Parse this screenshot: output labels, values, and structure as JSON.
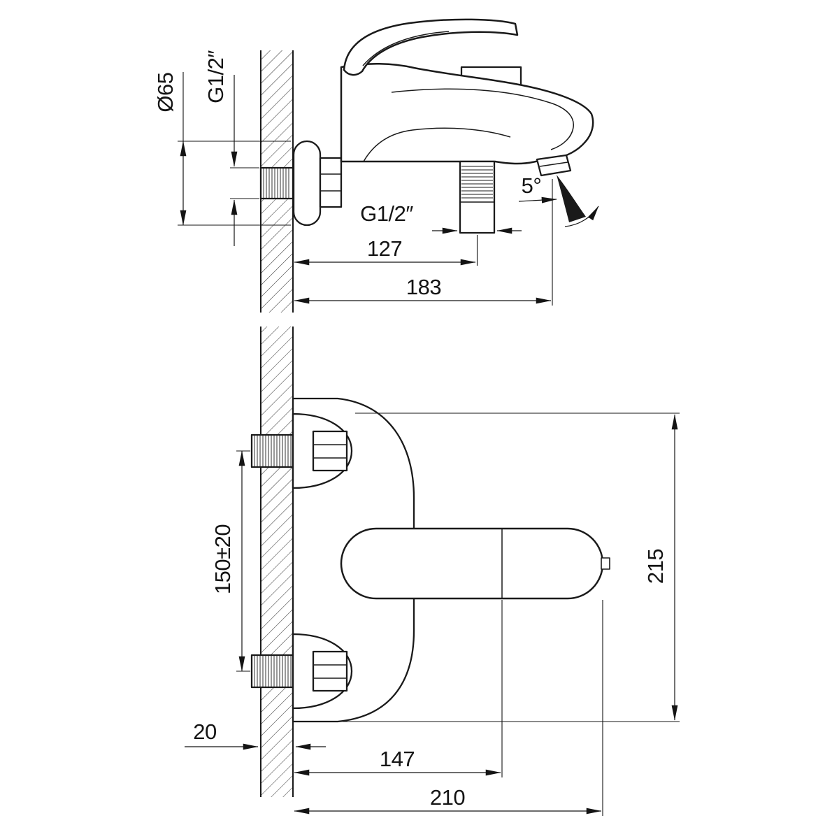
{
  "colors": {
    "line": "#1a1a1a",
    "background": "#ffffff"
  },
  "side_view": {
    "labels": {
      "flange_diameter": "Ø65",
      "inlet_thread": "G1/2″",
      "shower_thread": "G1/2″",
      "wall_to_shower_outlet": "127",
      "wall_to_spout_outlet": "183",
      "spout_angle": "5°"
    }
  },
  "front_view": {
    "labels": {
      "inlet_spacing": "150±20",
      "overall_height": "215",
      "wall_thickness": "20",
      "wall_to_body_joint": "147",
      "overall_width": "210"
    }
  }
}
